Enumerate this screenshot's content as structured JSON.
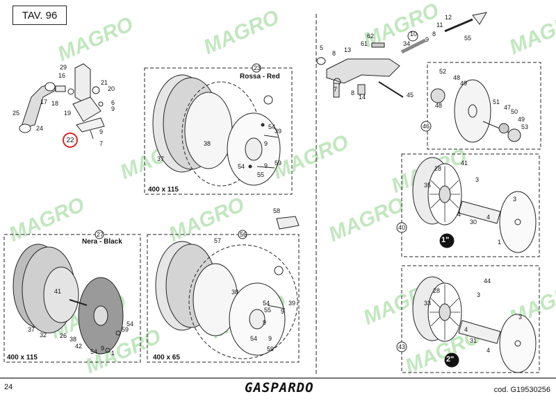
{
  "header": {
    "table": "TAV. 96"
  },
  "footer": {
    "page": "24",
    "brand": "GASPARDO",
    "code": "cod. G19530256"
  },
  "watermark": "MAGRO",
  "panels": {
    "rossa": {
      "number": "23",
      "title": "Rossa - Red",
      "size": "400 x 115"
    },
    "nera": {
      "number": "27",
      "title": "Nera - Black",
      "size": "400 x 115"
    },
    "p56": {
      "number": "56",
      "size": "400 x 65"
    },
    "p46": {
      "number": "46"
    },
    "p40": {
      "number": "40",
      "badge": "1\""
    },
    "p43": {
      "number": "43",
      "badge": "2\""
    }
  },
  "highlight": {
    "part": "22"
  }
}
